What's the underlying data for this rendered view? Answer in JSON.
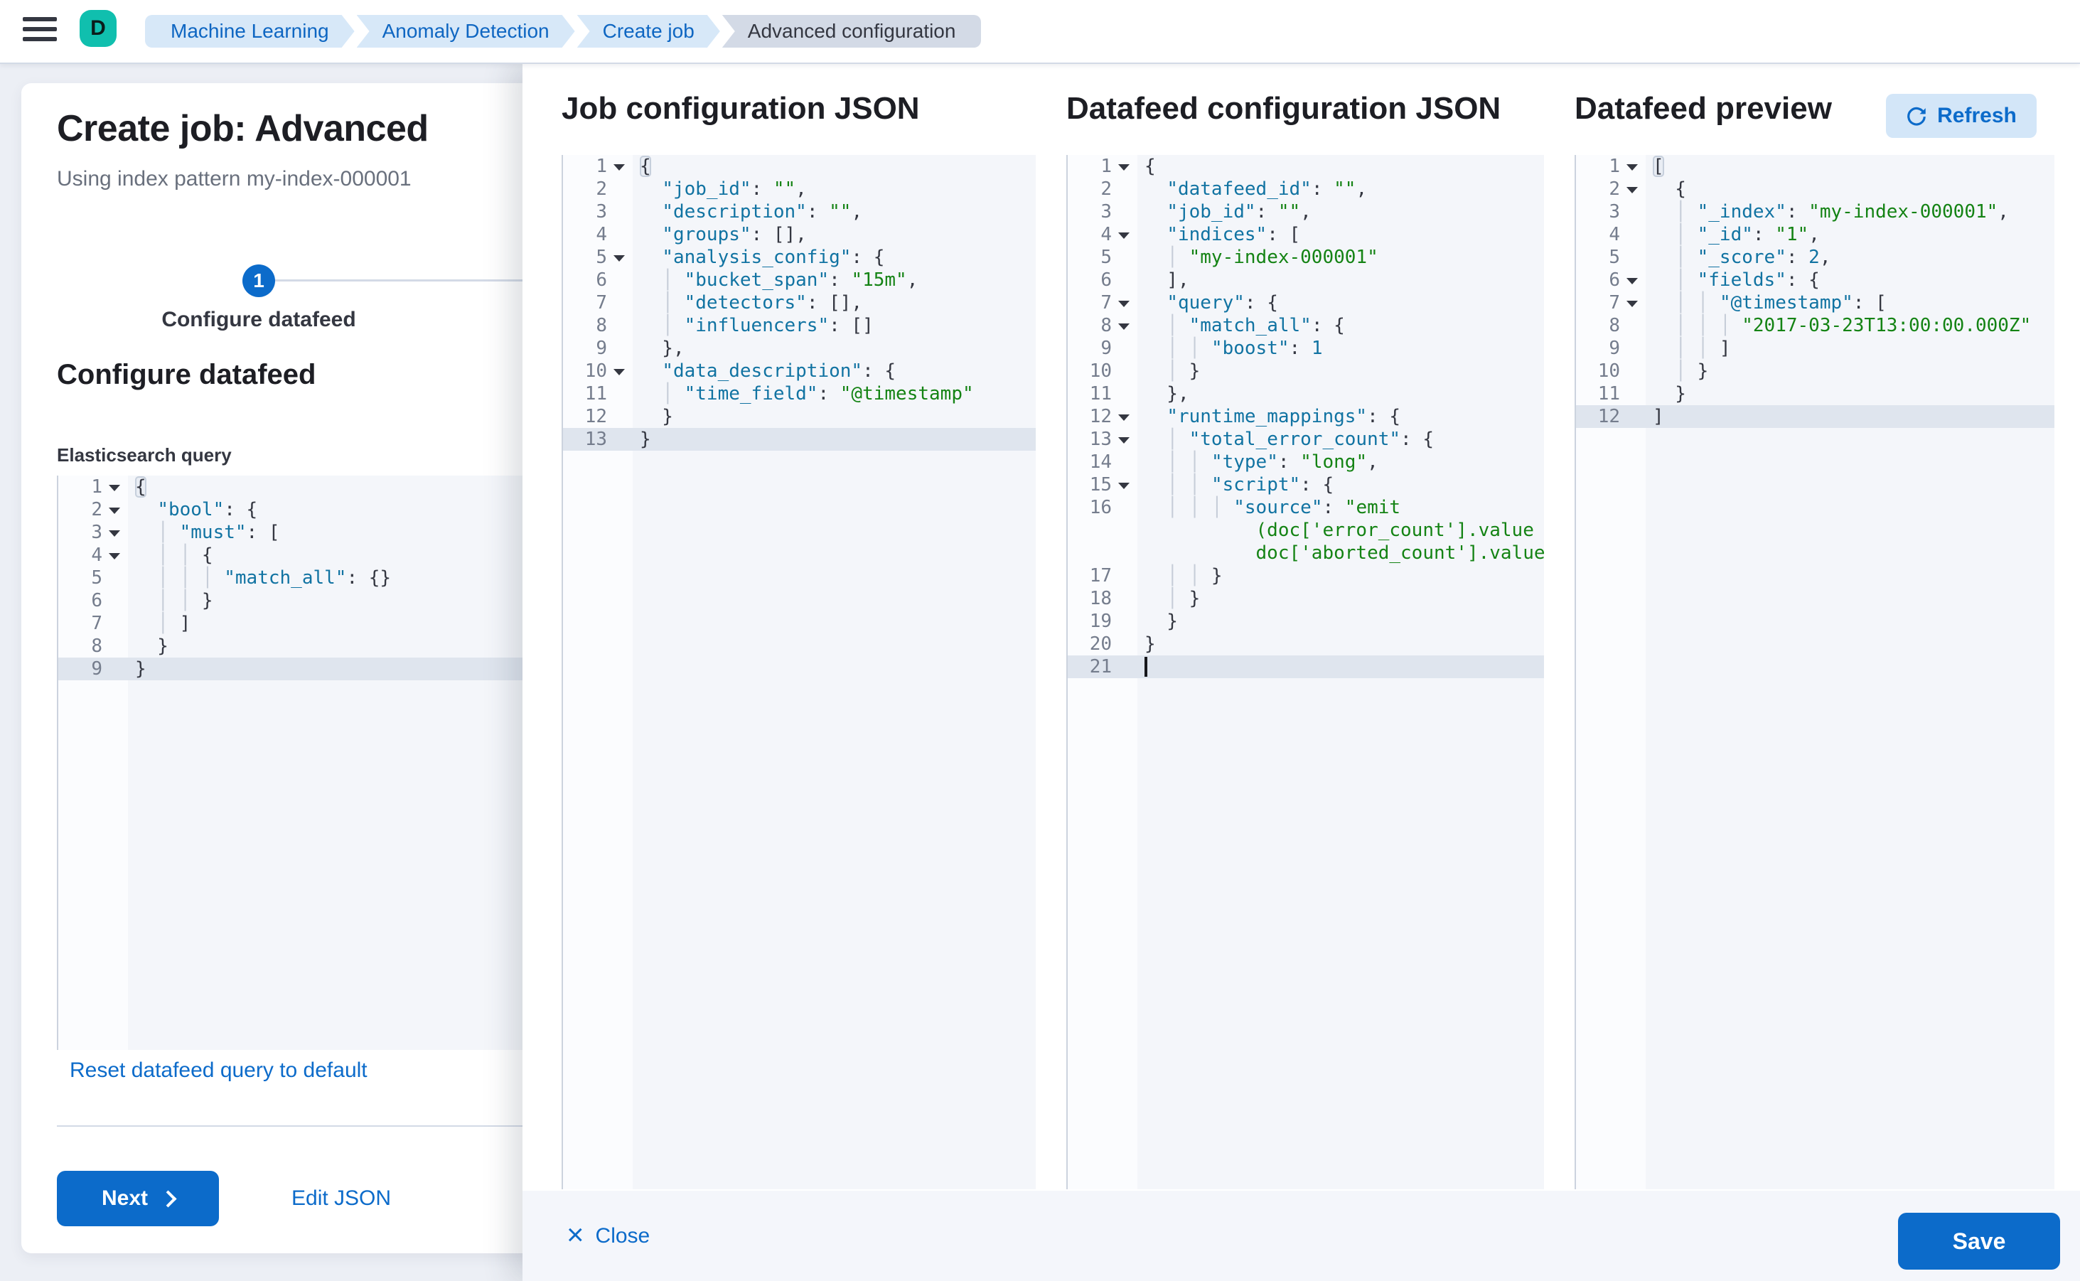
{
  "header": {
    "avatar_initial": "D",
    "breadcrumbs": [
      {
        "label": "Machine Learning"
      },
      {
        "label": "Anomaly Detection"
      },
      {
        "label": "Create job"
      },
      {
        "label": "Advanced configuration"
      }
    ]
  },
  "page": {
    "title": "Create job: Advanced",
    "subtitle": "Using index pattern my-index-000001",
    "step_number": "1",
    "step_label": "Configure datafeed",
    "section_heading": "Configure datafeed",
    "query_label": "Elasticsearch query",
    "reset_link": "Reset datafeed query to default",
    "next_button": "Next",
    "edit_json_link": "Edit JSON"
  },
  "flyout": {
    "panels": [
      {
        "title": "Job configuration JSON"
      },
      {
        "title": "Datafeed configuration JSON"
      },
      {
        "title": "Datafeed preview"
      }
    ],
    "refresh_button": "Refresh",
    "close_button": "Close",
    "save_button": "Save"
  },
  "colors": {
    "primary_blue": "#0c6bca",
    "link_blue": "#0c6bca",
    "breadcrumb_blue_bg": "#d7e8f8",
    "breadcrumb_gray_bg": "#d3dae6",
    "avatar_teal": "#10bfae",
    "token_key_and_number": "#1173a2",
    "token_string": "#148314",
    "active_line_bg": "#dfe5ee",
    "editor_bg": "#f4f6fa"
  },
  "editors": {
    "es_query": [
      {
        "n": "1",
        "fold": true,
        "m": true,
        "text": "{"
      },
      {
        "n": "2",
        "fold": true,
        "text": "  \"bool\": {"
      },
      {
        "n": "3",
        "fold": true,
        "text": "  │ \"must\": ["
      },
      {
        "n": "4",
        "fold": true,
        "text": "  │ │ {"
      },
      {
        "n": "5",
        "text": "  │ │ │ \"match_all\": {}"
      },
      {
        "n": "6",
        "text": "  │ │ }"
      },
      {
        "n": "7",
        "text": "  │ ]"
      },
      {
        "n": "8",
        "text": "  }"
      },
      {
        "n": "9",
        "active": true,
        "text": "}"
      }
    ],
    "job_json": [
      {
        "n": "1",
        "fold": true,
        "m": true,
        "text": "{"
      },
      {
        "n": "2",
        "text": "  \"job_id\": \"\","
      },
      {
        "n": "3",
        "text": "  \"description\": \"\","
      },
      {
        "n": "4",
        "text": "  \"groups\": [],"
      },
      {
        "n": "5",
        "fold": true,
        "text": "  \"analysis_config\": {"
      },
      {
        "n": "6",
        "text": "  │ \"bucket_span\": \"15m\","
      },
      {
        "n": "7",
        "text": "  │ \"detectors\": [],"
      },
      {
        "n": "8",
        "text": "  │ \"influencers\": []"
      },
      {
        "n": "9",
        "text": "  },"
      },
      {
        "n": "10",
        "fold": true,
        "text": "  \"data_description\": {"
      },
      {
        "n": "11",
        "text": "  │ \"time_field\": \"@timestamp\""
      },
      {
        "n": "12",
        "text": "  }"
      },
      {
        "n": "13",
        "active": true,
        "text": "}"
      }
    ],
    "datafeed_json": [
      {
        "n": "1",
        "fold": true,
        "text": "{"
      },
      {
        "n": "2",
        "text": "  \"datafeed_id\": \"\","
      },
      {
        "n": "3",
        "text": "  \"job_id\": \"\","
      },
      {
        "n": "4",
        "fold": true,
        "text": "  \"indices\": ["
      },
      {
        "n": "5",
        "text": "  │ \"my-index-000001\""
      },
      {
        "n": "6",
        "text": "  ],"
      },
      {
        "n": "7",
        "fold": true,
        "text": "  \"query\": {"
      },
      {
        "n": "8",
        "fold": true,
        "text": "  │ \"match_all\": {"
      },
      {
        "n": "9",
        "text": "  │ │ \"boost\": 1"
      },
      {
        "n": "10",
        "text": "  │ }"
      },
      {
        "n": "11",
        "text": "  },"
      },
      {
        "n": "12",
        "fold": true,
        "text": "  \"runtime_mappings\": {"
      },
      {
        "n": "13",
        "fold": true,
        "text": "  │ \"total_error_count\": {"
      },
      {
        "n": "14",
        "text": "  │ │ \"type\": \"long\","
      },
      {
        "n": "15",
        "fold": true,
        "text": "  │ │ \"script\": {"
      },
      {
        "n": "16",
        "text": "  │ │ │ \"source\": \"emit"
      },
      {
        "n": "",
        "str": true,
        "text": "          (doc['error_count'].value +"
      },
      {
        "n": "",
        "str": true,
        "text": "          doc['aborted_count'].value)\""
      },
      {
        "n": "17",
        "text": "  │ │ }"
      },
      {
        "n": "18",
        "text": "  │ }"
      },
      {
        "n": "19",
        "text": "  }"
      },
      {
        "n": "20",
        "text": "}"
      },
      {
        "n": "21",
        "active": true,
        "cursor": true,
        "text": ""
      }
    ],
    "preview_json": [
      {
        "n": "1",
        "fold": true,
        "m": true,
        "text": "["
      },
      {
        "n": "2",
        "fold": true,
        "text": "  {"
      },
      {
        "n": "3",
        "text": "  │ \"_index\": \"my-index-000001\","
      },
      {
        "n": "4",
        "text": "  │ \"_id\": \"1\","
      },
      {
        "n": "5",
        "text": "  │ \"_score\": 2,"
      },
      {
        "n": "6",
        "fold": true,
        "text": "  │ \"fields\": {"
      },
      {
        "n": "7",
        "fold": true,
        "text": "  │ │ \"@timestamp\": ["
      },
      {
        "n": "8",
        "text": "  │ │ │ \"2017-03-23T13:00:00.000Z\""
      },
      {
        "n": "9",
        "text": "  │ │ ]"
      },
      {
        "n": "10",
        "text": "  │ }"
      },
      {
        "n": "11",
        "text": "  }"
      },
      {
        "n": "12",
        "active": true,
        "text": "]"
      }
    ]
  }
}
